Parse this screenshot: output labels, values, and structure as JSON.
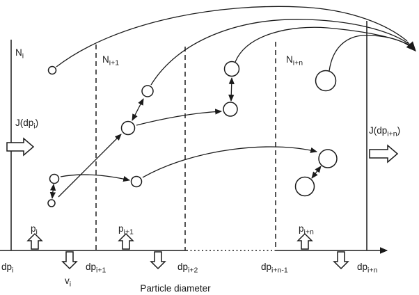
{
  "figure": {
    "xlabel": "Particle diameter"
  },
  "labels": {
    "n_i": {
      "base": "N",
      "sub": "i"
    },
    "n_i1": {
      "base": "N",
      "sub": "i+1"
    },
    "n_in": {
      "base": "N",
      "sub": "i+n"
    },
    "j_i": {
      "pre": "J(dp",
      "sub": "i",
      "post": ")"
    },
    "j_in": {
      "pre": "J(dp",
      "sub": "i+n",
      "post": ")"
    },
    "p_i": {
      "base": "p",
      "sub": "i"
    },
    "p_i1": {
      "base": "p",
      "sub": "i+1"
    },
    "p_in": {
      "base": "p",
      "sub": "i+n"
    },
    "v_i": {
      "base": "v",
      "sub": "i"
    },
    "dp_i": {
      "base": "dp",
      "sub": "i"
    },
    "dp_i1": {
      "base": "dp",
      "sub": "i+1"
    },
    "dp_i2": {
      "base": "dp",
      "sub": "i+2"
    },
    "dp_in1": {
      "base": "dp",
      "sub": "i+n-1"
    },
    "dp_in": {
      "base": "dp",
      "sub": "i+n"
    }
  },
  "colors": {
    "stroke": "#1a1a1a",
    "background": "#ffffff"
  }
}
